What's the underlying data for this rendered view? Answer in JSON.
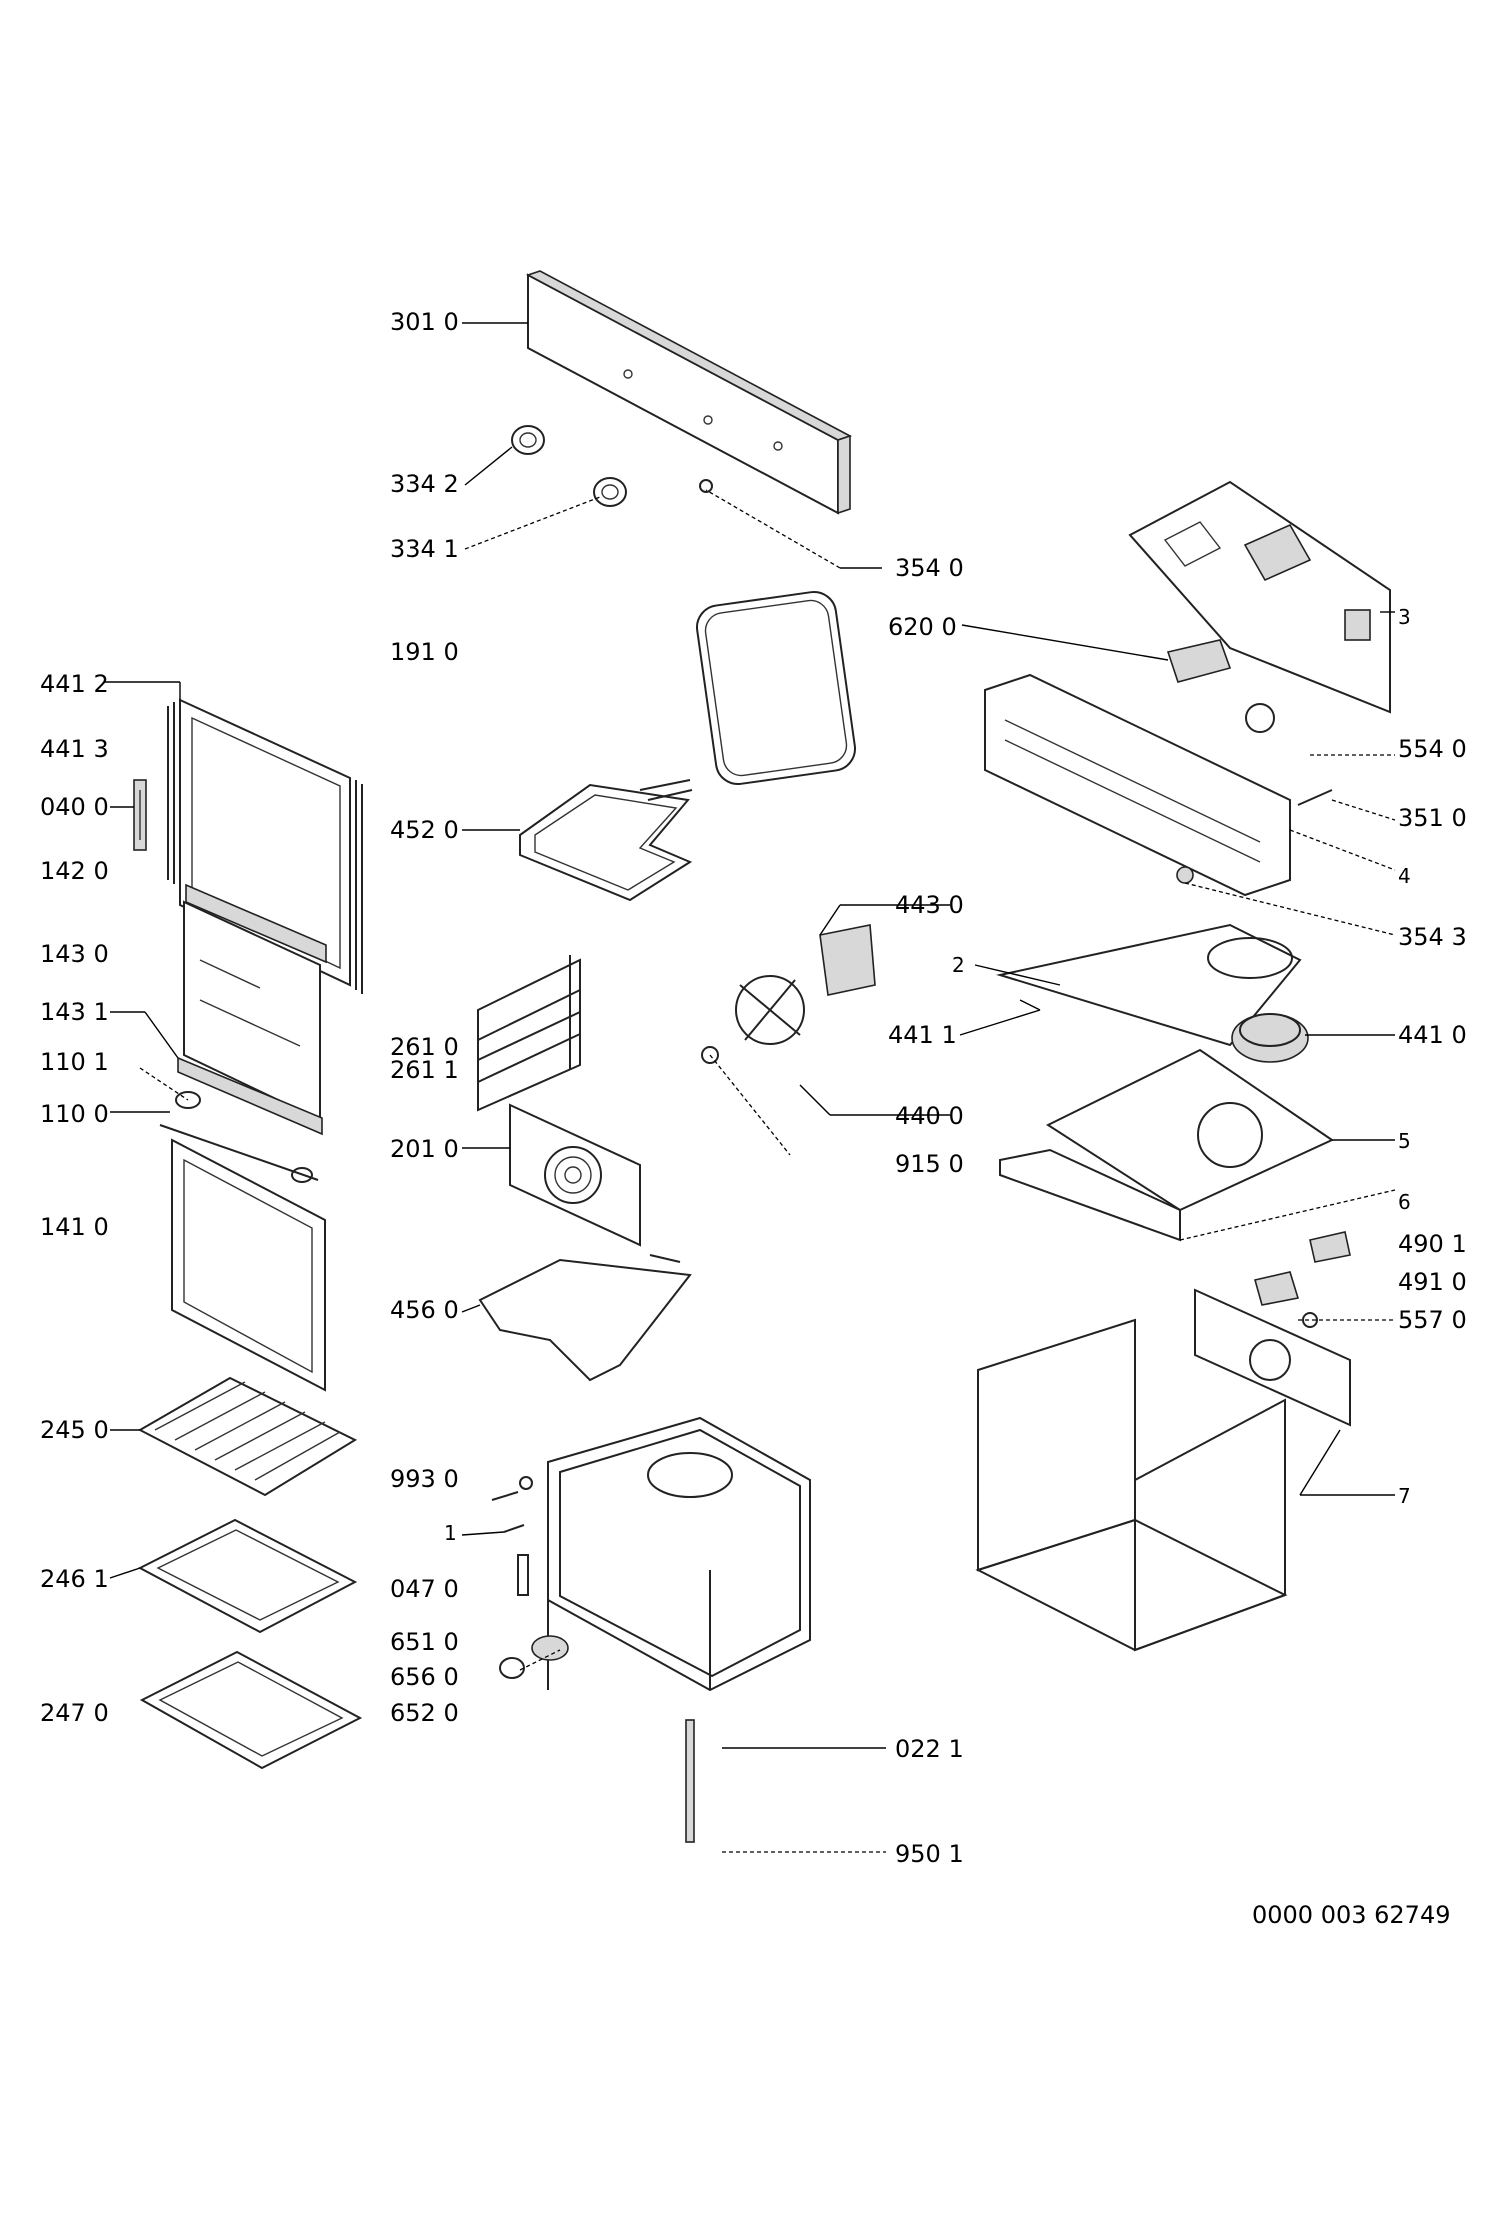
{
  "labels": {
    "l3010": "301 0",
    "l3342": "334 2",
    "l3341": "334 1",
    "l3540": "354 0",
    "l1910": "191 0",
    "l6200": "620 0",
    "l3": "3",
    "l4412": "441 2",
    "l4413": "441 3",
    "l0400": "040 0",
    "l1420": "142 0",
    "l4520": "452 0",
    "l5540": "554 0",
    "l3510": "351 0",
    "l4": "4",
    "l1430": "143 0",
    "l4430": "443 0",
    "l3543": "354 3",
    "l2": "2",
    "l1431": "143 1",
    "l4411": "441 1",
    "l4410": "441 0",
    "l2610": "261 0",
    "l2611": "261 1",
    "l1101": "110 1",
    "l1100": "110 0",
    "l4400": "440 0",
    "l2010": "201 0",
    "l5": "5",
    "l9150": "915 0",
    "l6": "6",
    "l1410": "141 0",
    "l4901": "490 1",
    "l4910": "491 0",
    "l4560": "456 0",
    "l5570": "557 0",
    "l2450": "245 0",
    "l9930": "993 0",
    "l7": "7",
    "l1": "1",
    "l2461": "246 1",
    "l0470": "047 0",
    "l6510": "651 0",
    "l6560": "656 0",
    "l2470": "247 0",
    "l6520": "652 0",
    "l0221": "022 1",
    "l9501": "950 1",
    "docnum": "0000 003 62749"
  }
}
